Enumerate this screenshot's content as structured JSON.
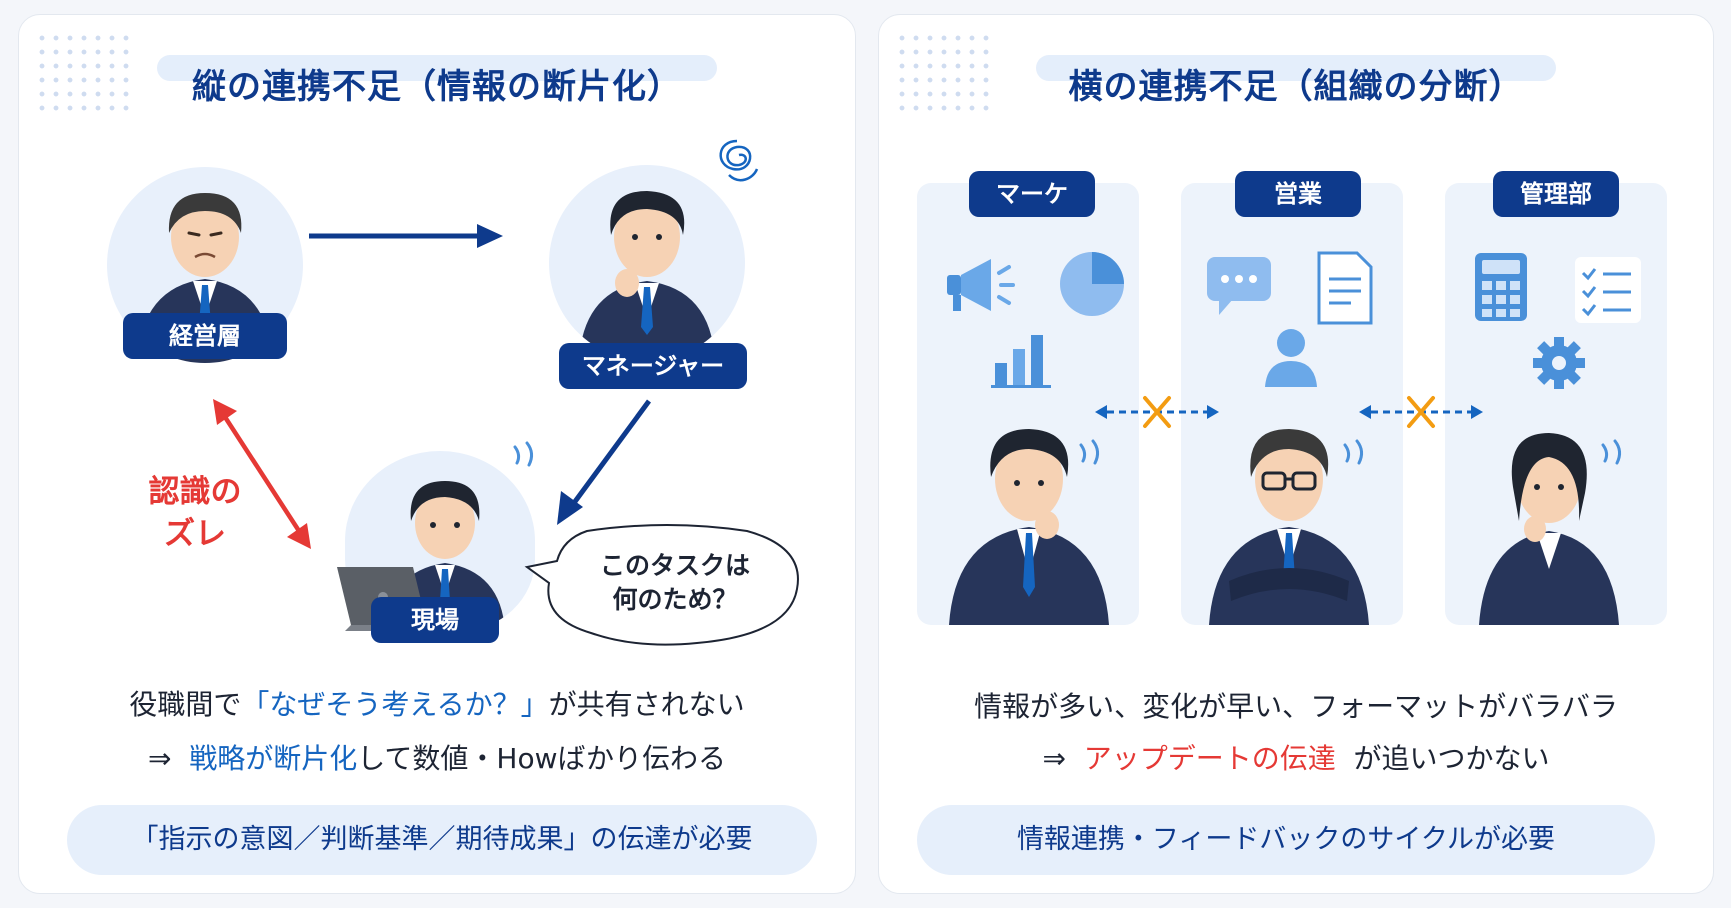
{
  "left": {
    "title": "縦の連携不足（情報の断片化）",
    "roles": {
      "executive": "経営層",
      "manager": "マネージャー",
      "field": "現場"
    },
    "mismatch_line1": "認識の",
    "mismatch_line2": "ズレ",
    "bubble_line1": "このタスクは",
    "bubble_line2": "何のため？",
    "desc1_a": "役職間で",
    "desc1_b": "「なぜそう考えるか？」",
    "desc1_c": "が共有されない",
    "desc2_arrow": "⇒",
    "desc2_a": "戦略が断片化",
    "desc2_b": "して数値・Howばかり伝わる",
    "summary": "「指示の意図／判断基準／期待成果」の伝達が必要"
  },
  "right": {
    "title": "横の連携不足（組織の分断）",
    "departments": [
      "マーケ",
      "営業",
      "管理部"
    ],
    "desc1": "情報が多い、変化が早い、フォーマットがバラバラ",
    "desc2_arrow": "⇒",
    "desc2_a": "アップデートの伝達",
    "desc2_b": "が追いつかない",
    "summary": "情報連携・フィードバックのサイクルが必要"
  },
  "colors": {
    "navy": "#0e3a8c",
    "blue": "#1565c0",
    "red": "#e53935",
    "orange": "#f39c12",
    "light_blue": "#e6effb"
  },
  "icons": [
    "megaphone-icon",
    "pie-chart-icon",
    "bar-chart-icon",
    "chat-icon",
    "document-icon",
    "person-icon",
    "calculator-icon",
    "checklist-icon",
    "gear-icon"
  ]
}
